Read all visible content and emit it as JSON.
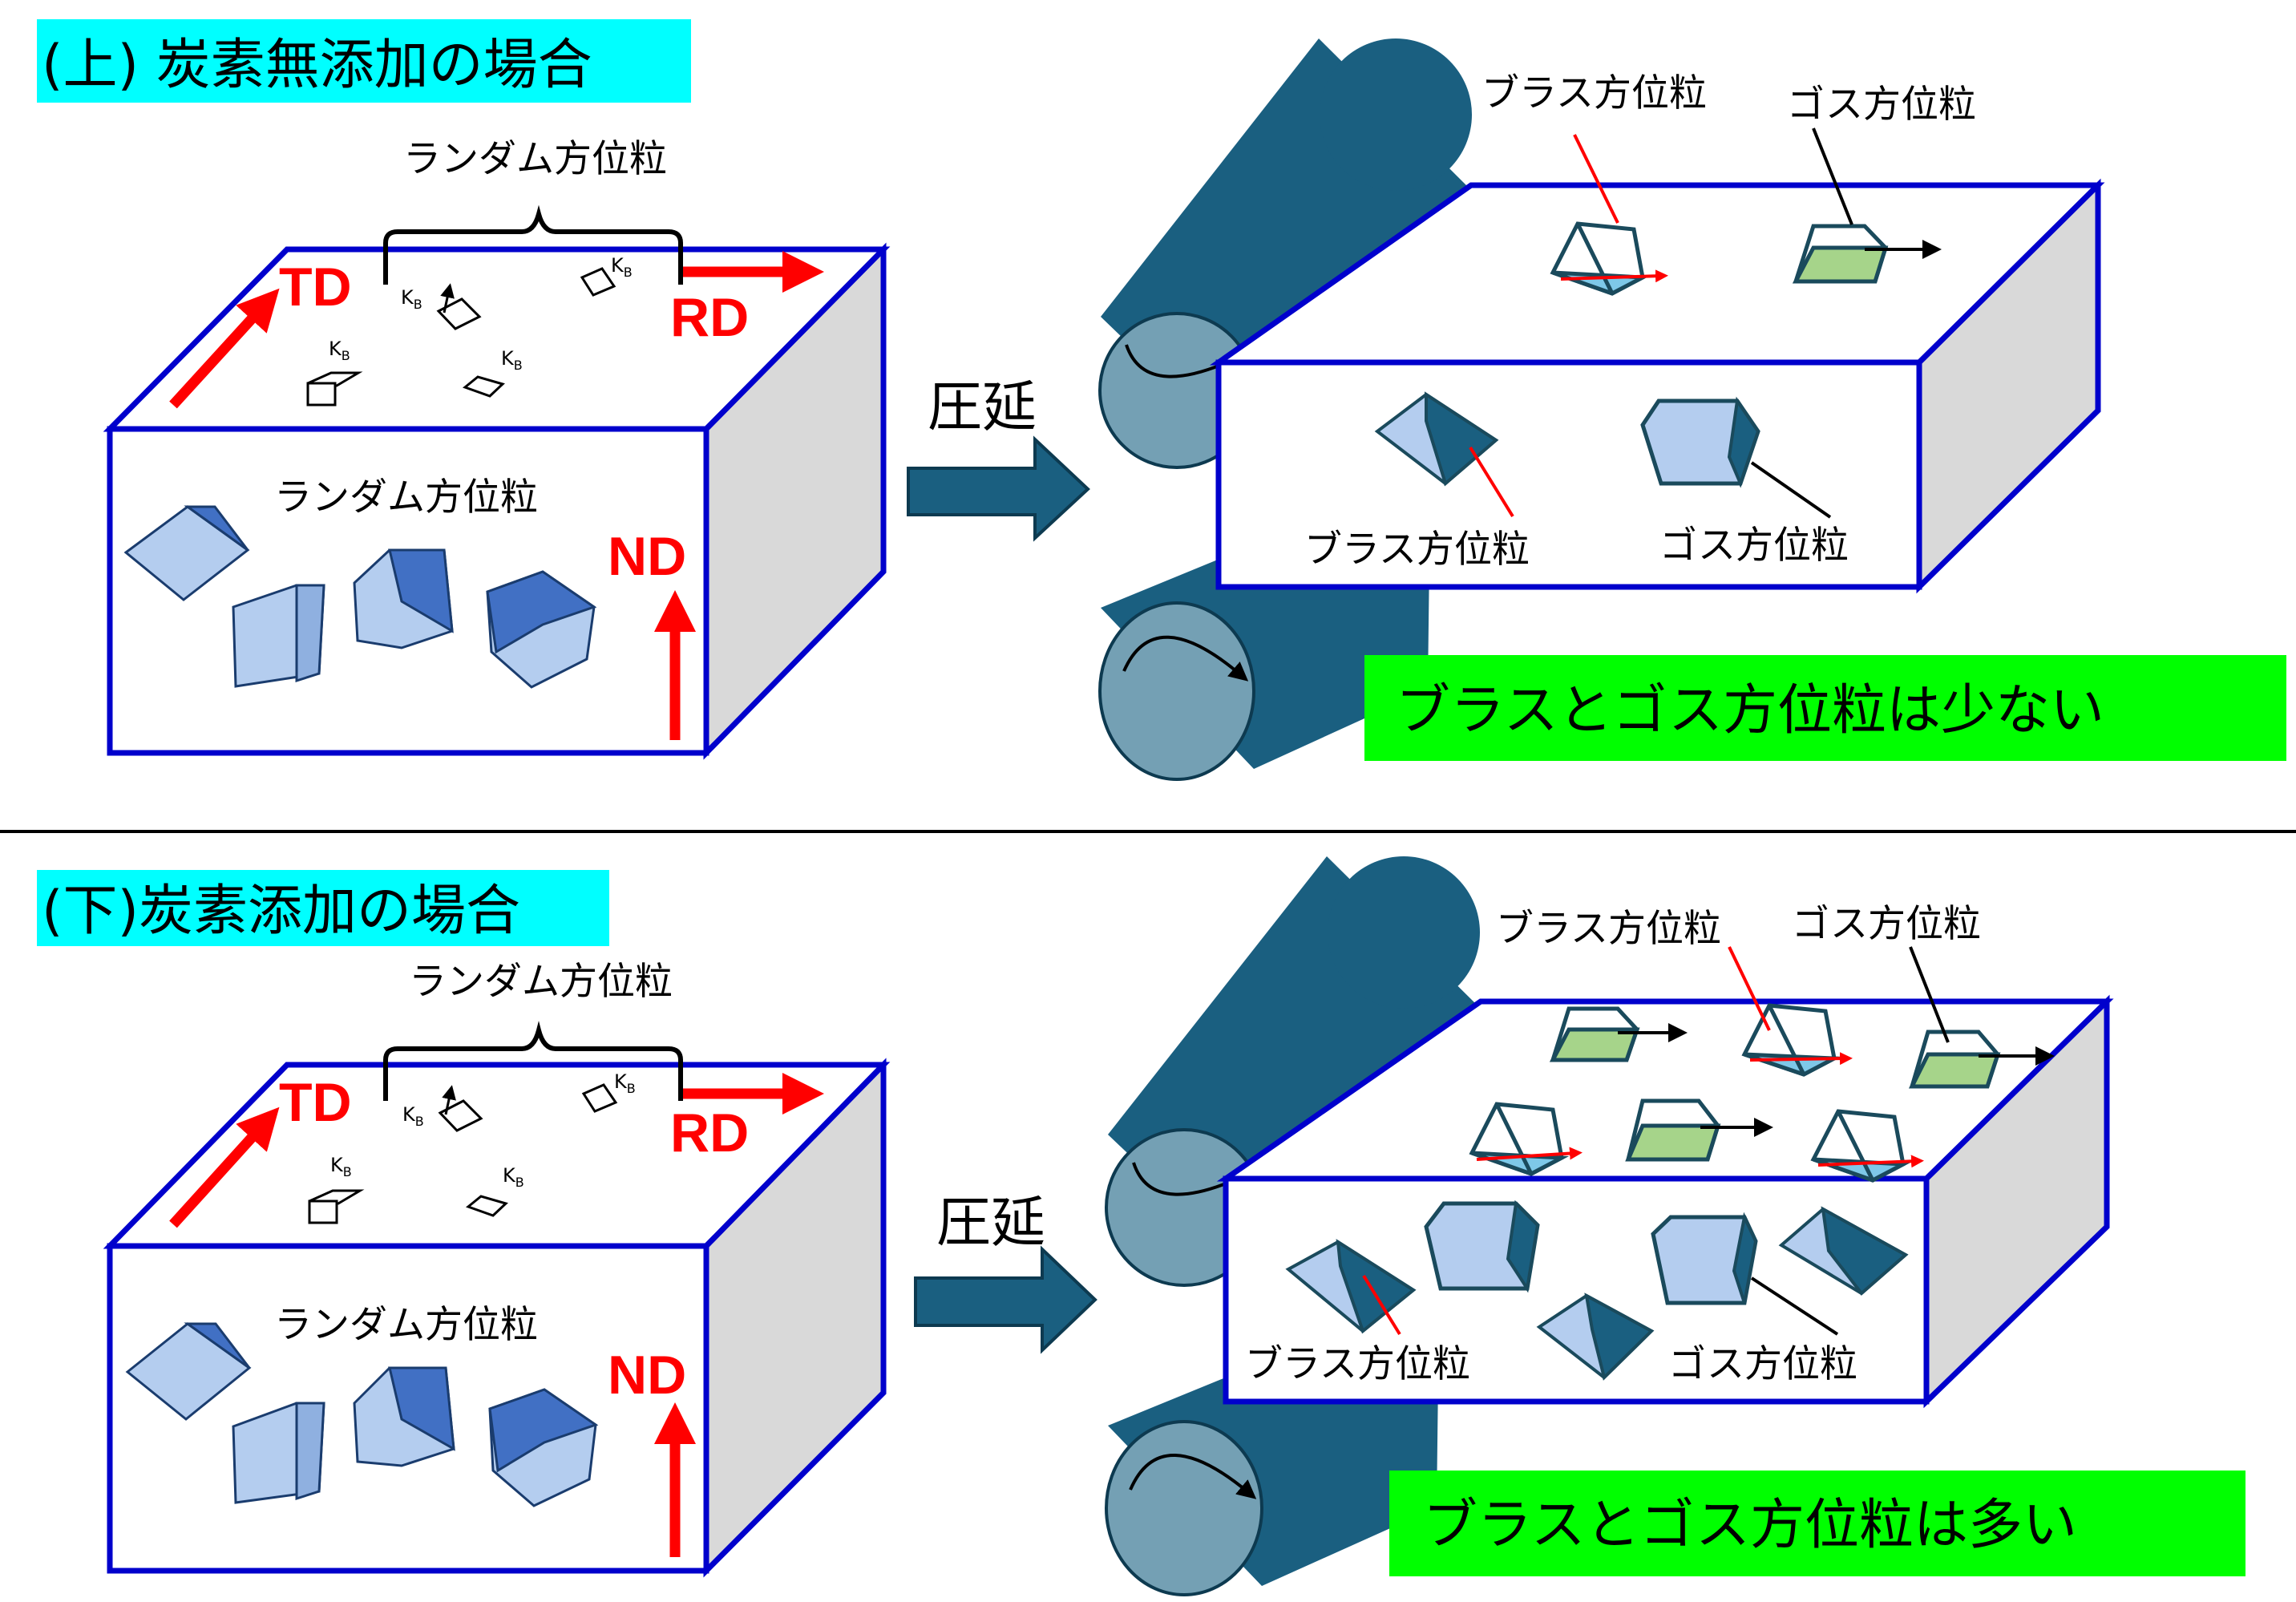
{
  "top": {
    "title": "(上) 炭素無添加の場合",
    "random_label_upper": "ランダム方位粒",
    "random_label_front": "ランダム方位粒",
    "axis_td": "TD",
    "axis_rd": "RD",
    "axis_nd": "ND",
    "rolling_label": "圧延",
    "brass_label_top": "ブラス方位粒",
    "goss_label_top": "ゴス方位粒",
    "brass_label_front": "ブラス方位粒",
    "goss_label_front": "ゴス方位粒",
    "conclusion": "ブラスとゴス方位粒は少ない",
    "kb_label": "K",
    "kb_sub": "B"
  },
  "bottom": {
    "title": "(下)炭素添加の場合",
    "random_label_upper": "ランダム方位粒",
    "random_label_front": "ランダム方位粒",
    "axis_td": "TD",
    "axis_rd": "RD",
    "axis_nd": "ND",
    "rolling_label": "圧延",
    "brass_label_top": "ブラス方位粒",
    "goss_label_top": "ゴス方位粒",
    "brass_label_front": "ブラス方位粒",
    "goss_label_front": "ゴス方位粒",
    "conclusion": "ブラスとゴス方位粒は多い",
    "kb_label": "K",
    "kb_sub": "B"
  },
  "colors": {
    "title_bg": "#00ffff",
    "conclusion_bg": "#00ff00",
    "box_edge": "#0000cc",
    "axis_arrow": "#ff0000",
    "roller_dark": "#1a5f80",
    "roller_face": "#74a0b4",
    "grain_light": "#b4cdef",
    "grain_dark": "#4170c4",
    "goss_face": "#a6d48a",
    "brass_face": "#7ec8e8"
  }
}
